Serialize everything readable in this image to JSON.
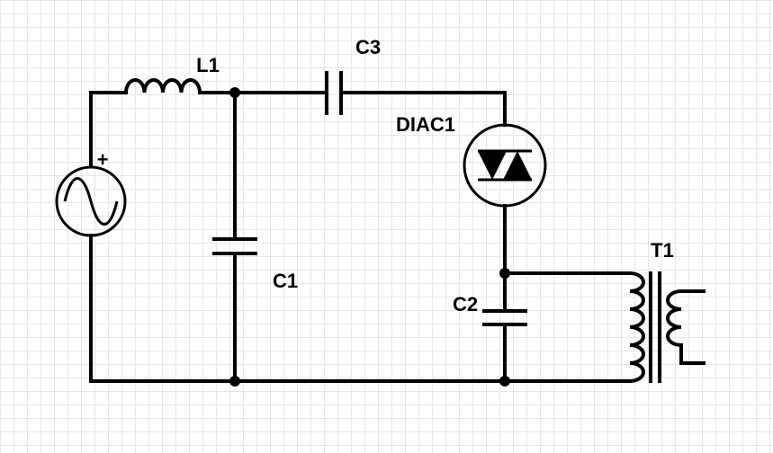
{
  "components": {
    "inductor": {
      "label": "L1"
    },
    "capacitor_c1": {
      "label": "C1"
    },
    "capacitor_c2": {
      "label": "C2"
    },
    "capacitor_c3": {
      "label": "C3"
    },
    "diac": {
      "label": "DIAC1"
    },
    "transformer": {
      "label": "T1"
    },
    "source": {
      "polarity": "+"
    }
  },
  "colors": {
    "wire": "#000000",
    "grid": "#e6e6e6",
    "background": "#ffffff"
  }
}
